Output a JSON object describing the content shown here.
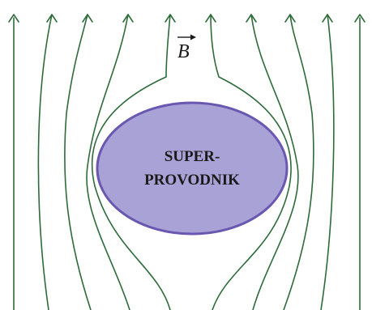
{
  "colors": {
    "field_line": "#2e6b3a",
    "superconductor_fill": "#a9a2d6",
    "superconductor_stroke": "#6a58b0",
    "label_text": "#1a1a1a",
    "field_symbol": "#1a1a1a"
  },
  "field_label": {
    "symbol": "B",
    "vector_arrow": "⃗"
  },
  "superconductor": {
    "label_line1": "SUPER-",
    "label_line2": "PROVODNIK"
  },
  "field_lines": {
    "count": 10,
    "direction": "up",
    "arrowheads": "top"
  }
}
